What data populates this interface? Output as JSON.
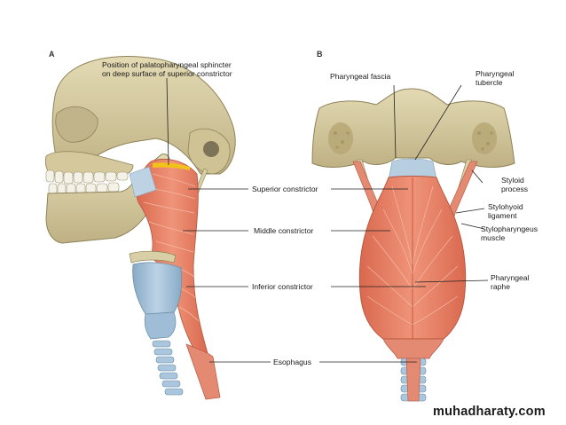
{
  "figure": {
    "left_panel": {
      "letter": "A",
      "labels": {
        "palatopharyngeal_line1": "Position of palatopharyngeal sphincter",
        "palatopharyngeal_line2": "on deep surface of superior constrictor",
        "superior_constrictor": "Superior constrictor",
        "middle_constrictor": "Middle constrictor",
        "inferior_constrictor": "Inferior constrictor",
        "esophagus": "Esophagus"
      }
    },
    "right_panel": {
      "letter": "B",
      "labels": {
        "pharyngeal_fascia": "Pharyngeal fascia",
        "pharyngeal_tubercle_line1": "Pharyngeal",
        "pharyngeal_tubercle_line2": "tubercle",
        "styloid_process_line1": "Styloid",
        "styloid_process_line2": "process",
        "stylohyoid_ligament_line1": "Stylohyoid",
        "stylohyoid_ligament_line2": "ligament",
        "stylopharyngeus_line1": "Stylopharyngeus",
        "stylopharyngeus_line2": "muscle",
        "pharyngeal_raphe_line1": "Pharyngeal",
        "pharyngeal_raphe_line2": "raphe"
      }
    }
  },
  "watermark": "muhadharaty.com",
  "colors": {
    "bone": "#d9cfa6",
    "bone_shadow": "#b5a878",
    "muscle": "#e8856a",
    "muscle_dark": "#c9604a",
    "muscle_fibre": "#f3b39f",
    "cartilage": "#a9c6dc",
    "cartilage_dark": "#7fa3bf",
    "sphincter": "#f2c21b",
    "leader": "#222222"
  }
}
